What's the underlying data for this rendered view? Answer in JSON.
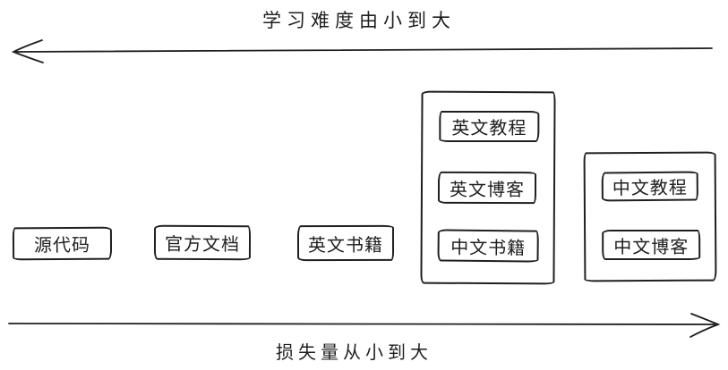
{
  "colors": {
    "background": "#ffffff",
    "ink": "#1f1f1f"
  },
  "axes": {
    "top": {
      "label": "学习难度由小到大",
      "direction": "left"
    },
    "bottom": {
      "label": "损失量从小到大",
      "direction": "right"
    }
  },
  "standalone_items": [
    {
      "label": "源代码"
    },
    {
      "label": "官方文档"
    },
    {
      "label": "英文书籍"
    }
  ],
  "groups": [
    {
      "items": [
        {
          "label": "英文教程"
        },
        {
          "label": "英文博客"
        },
        {
          "label": "中文书籍"
        }
      ]
    },
    {
      "items": [
        {
          "label": "中文教程"
        },
        {
          "label": "中文博客"
        }
      ]
    }
  ]
}
